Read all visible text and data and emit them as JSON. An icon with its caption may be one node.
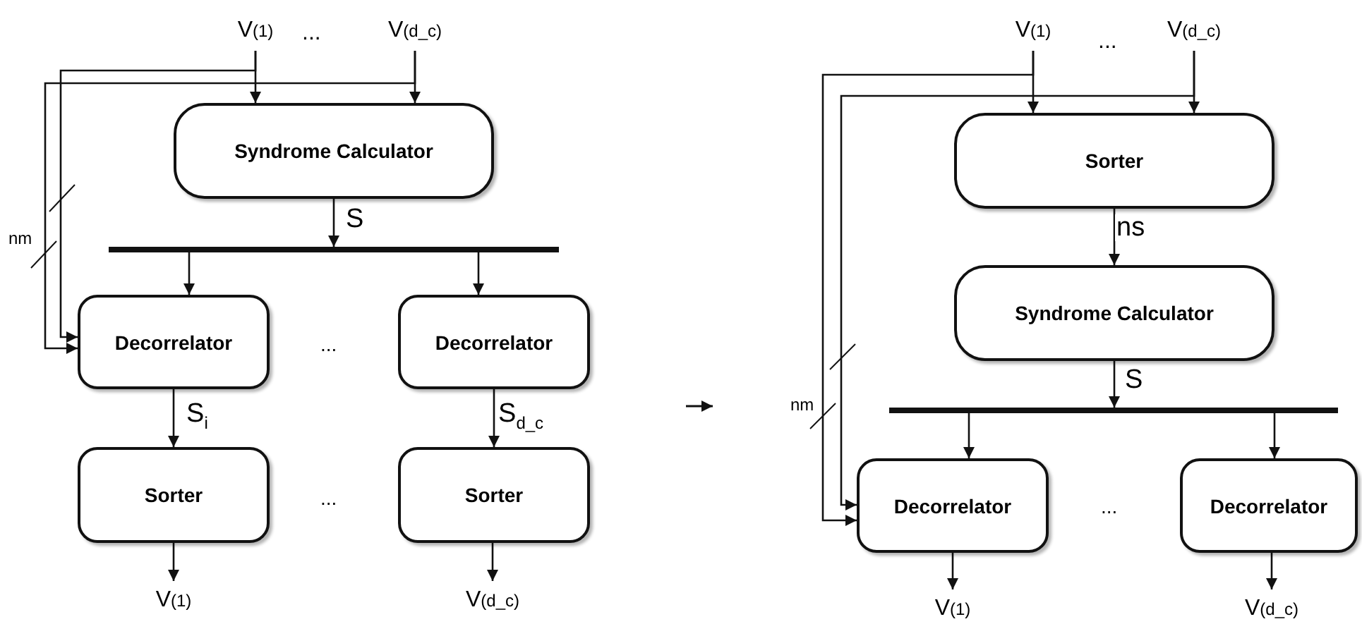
{
  "diagram": {
    "nodes": [
      {
        "text": [
          "V$_{(1)}$"
        ]
      },
      {
        "text": [
          "V$_{(d_c)}$"
        ]
      },
      {
        "text": [
          "Syndrome Calculator"
        ]
      },
      {
        "text": [],
        "shape": "bar"
      },
      {
        "text": [
          "Decorrelator"
        ]
      },
      {
        "text": [
          "Decorrelator"
        ]
      },
      {
        "text": [
          "Sorter"
        ]
      },
      {
        "text": [
          "Sorter"
        ]
      },
      {
        "text": [
          "V$_{(1)}$"
        ]
      },
      {
        "text": [
          "V$_{(d_c)}$"
        ]
      },
      {
        "text": [
          "V$_{(1)}$"
        ]
      },
      {
        "text": [
          "V$_{(d_c)}$"
        ]
      },
      {
        "text": [
          "Sorter"
        ]
      },
      {
        "text": [
          "Syndrome Calculator"
        ]
      },
      {
        "text": [],
        "shape": "bar"
      },
      {
        "text": [
          "Decorrelator"
        ]
      },
      {
        "text": [
          "Decorrelator"
        ]
      },
      {
        "text": [
          "V$_{(1)}$"
        ]
      },
      {
        "text": [
          "V$_{(d_c)}$"
        ]
      }
    ],
    "edges": [
      {
        "from": 0,
        "to": 2,
        "arrow": "to"
      },
      {
        "from": 1,
        "to": 2,
        "arrow": "to"
      },
      {
        "from": 0,
        "to": 4,
        "arrow": "to"
      },
      {
        "from": 1,
        "to": 4,
        "arrow": "to"
      },
      {
        "from": 2,
        "to": 3,
        "arrow": "to",
        "label": "S"
      },
      {
        "from": 3,
        "to": 4,
        "arrow": "to"
      },
      {
        "from": 3,
        "to": 5,
        "arrow": "to"
      },
      {
        "from": 4,
        "to": 6,
        "arrow": "to",
        "label": "S$_{i}$"
      },
      {
        "from": 5,
        "to": 7,
        "arrow": "to",
        "label": "S$_{d_c}$"
      },
      {
        "from": 6,
        "to": 8,
        "arrow": "to"
      },
      {
        "from": 7,
        "to": 9,
        "arrow": "to"
      },
      {
        "from": 10,
        "to": 12,
        "arrow": "to"
      },
      {
        "from": 11,
        "to": 12,
        "arrow": "to"
      },
      {
        "from": 10,
        "to": 15,
        "arrow": "to"
      },
      {
        "from": 11,
        "to": 15,
        "arrow": "to"
      },
      {
        "from": 12,
        "to": 13,
        "arrow": "to",
        "label": "ns"
      },
      {
        "from": 13,
        "to": 14,
        "arrow": "to",
        "label": "S"
      },
      {
        "from": 14,
        "to": 15,
        "arrow": "to"
      },
      {
        "from": 14,
        "to": 16,
        "arrow": "to"
      },
      {
        "from": 15,
        "to": 17,
        "arrow": "to"
      },
      {
        "from": 16,
        "to": 18,
        "arrow": "to"
      }
    ],
    "labels": [
      "...",
      "nm",
      "...",
      "...",
      "...",
      "nm",
      "..."
    ]
  }
}
